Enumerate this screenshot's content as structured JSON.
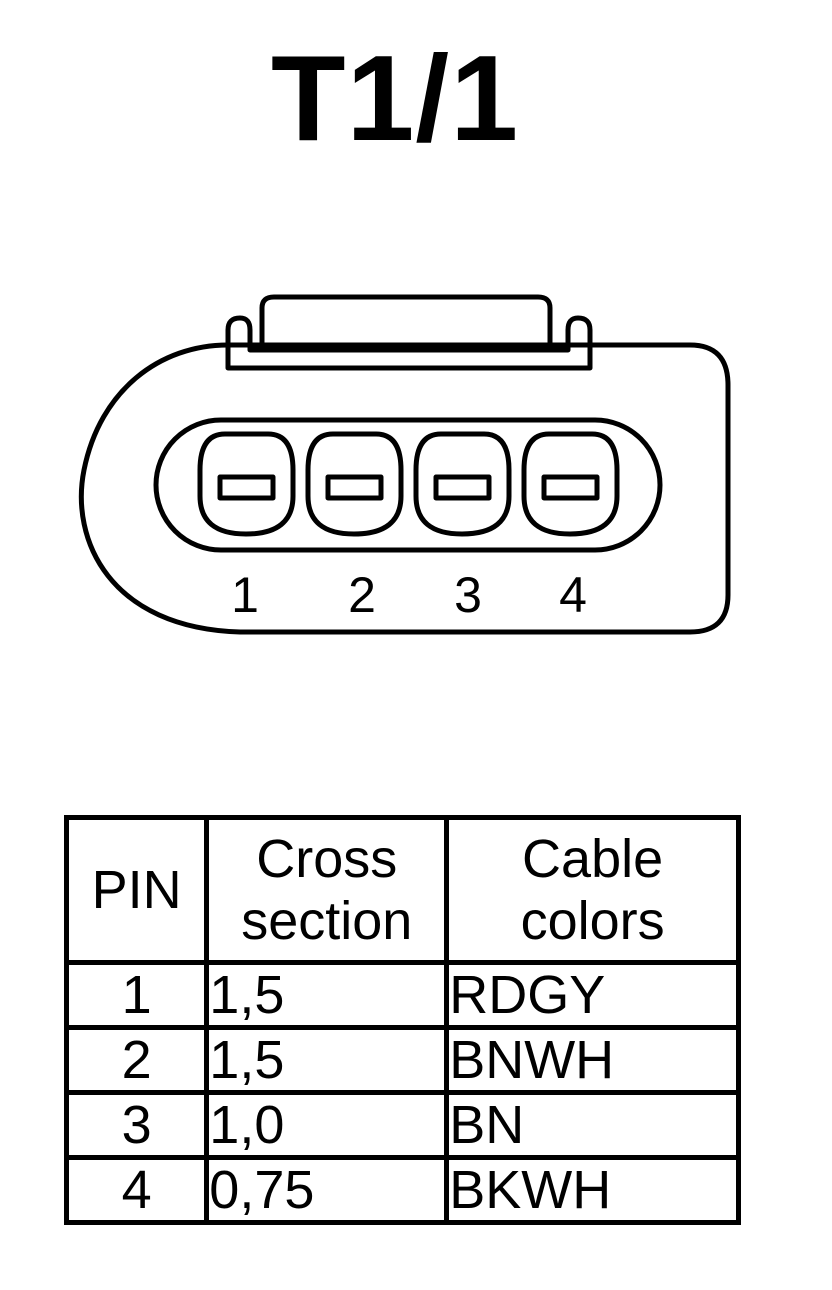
{
  "title": "T1/1",
  "connector": {
    "pin_labels": [
      "1",
      "2",
      "3",
      "4"
    ]
  },
  "table": {
    "headers": {
      "pin": "PIN",
      "cross_section": [
        "Cross",
        "section"
      ],
      "cable_colors": [
        "Cable",
        "colors"
      ]
    },
    "rows": [
      {
        "pin": "1",
        "cross_section": "1,5",
        "cable_color": "RDGY"
      },
      {
        "pin": "2",
        "cross_section": "1,5",
        "cable_color": "BNWH"
      },
      {
        "pin": "3",
        "cross_section": "1,0",
        "cable_color": "BN"
      },
      {
        "pin": "4",
        "cross_section": "0,75",
        "cable_color": "BKWH"
      }
    ]
  }
}
